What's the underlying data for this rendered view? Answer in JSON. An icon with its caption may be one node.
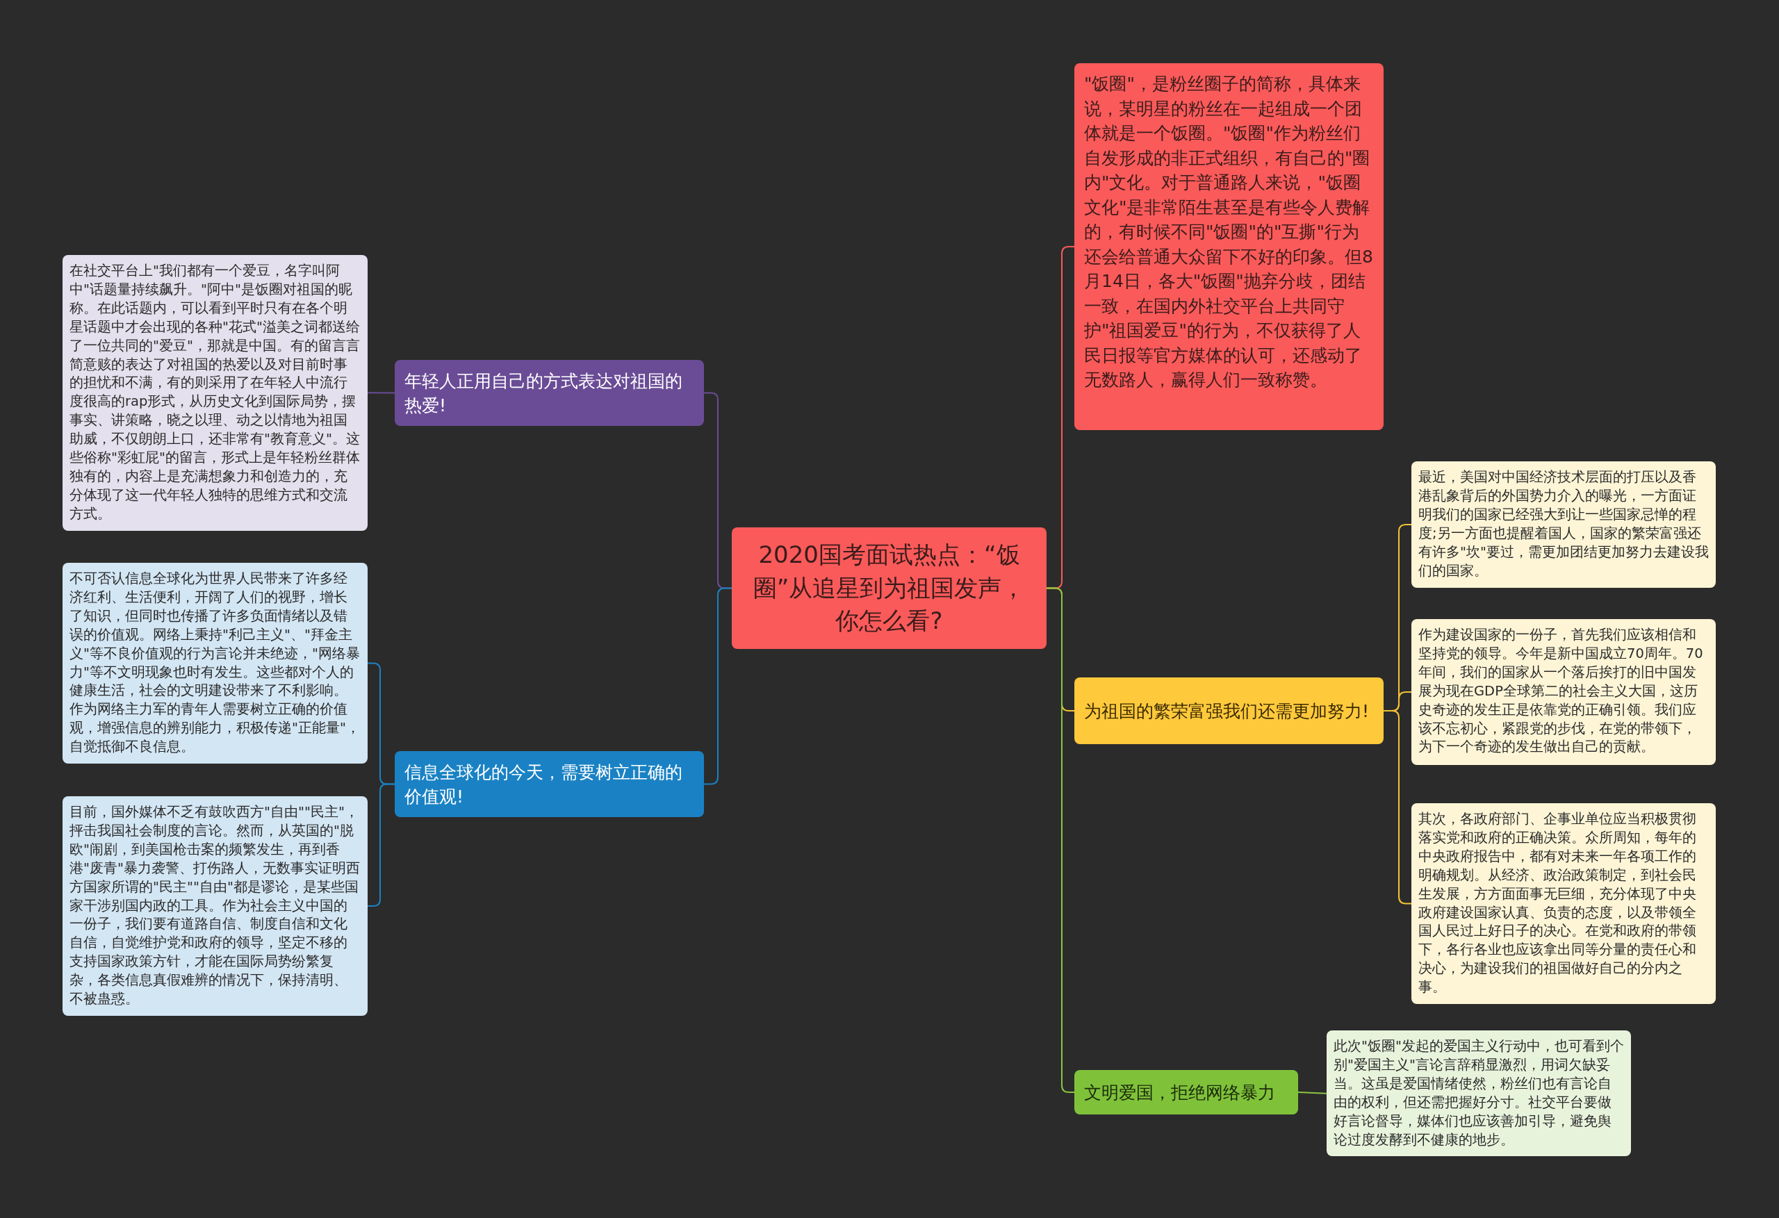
{
  "diagram": {
    "nodes": [
      {
        "text": [
          "2020国考面试热点：“饭圈”从追星到为祖国发声，你怎么看?"
        ]
      },
      {
        "text": [
          "年轻人正用自己的方式表达对祖国的热爱!"
        ]
      },
      {
        "text": [
          "在社交平台上\"我们都有一个爱豆，名字叫阿中\"话题量持续飙升。\"阿中\"是饭圈对祖国的昵称。在此话题内，可以看到平时只有在各个明星话题中才会出现的各种\"花式\"溢美之词都送给了一位共同的\"爱豆\"，那就是中国。有的留言言简意赅的表达了对祖国的热爱以及对目前时事的担忧和不满，有的则采用了在年轻人中流行度很高的rap形式，从历史文化到国际局势，摆事实、讲策略，晓之以理、动之以情地为祖国助威，不仅朗朗上口，还非常有\"教育意义\"。这些俗称\"彩虹屁\"的留言，形式上是年轻粉丝群体独有的，内容上是充满想象力和创造力的，充分体现了这一代年轻人独特的思维方式和交流方式。"
        ]
      },
      {
        "text": [
          "信息全球化的今天，需要树立正确的价值观!"
        ]
      },
      {
        "text": [
          "不可否认信息全球化为世界人民带来了许多经济红利、生活便利，开阔了人们的视野，增长了知识，但同时也传播了许多负面情绪以及错误的价值观。网络上秉持\"利己主义\"、\"拜金主义\"等不良价值观的行为言论并未绝迹，\"网络暴力\"等不文明现象也时有发生。这些都对个人的健康生活，社会的文明建设带来了不利影响。作为网络主力军的青年人需要树立正确的价值观，增强信息的辨别能力，积极传递\"正能量\"，自觉抵御不良信息。"
        ]
      },
      {
        "text": [
          "目前，国外媒体不乏有鼓吹西方\"自由\"\"民主\"，抨击我国社会制度的言论。然而，从英国的\"脱欧\"闹剧，到美国枪击案的频繁发生，再到香港\"废青\"暴力袭警、打伤路人，无数事实证明西方国家所谓的\"民主\"\"自由\"都是谬论，是某些国家干涉别国内政的工具。作为社会主义中国的一份子，我们要有道路自信、制度自信和文化自信，自觉维护党和政府的领导，坚定不移的支持国家政策方针，才能在国际局势纷繁复杂，各类信息真假难辨的情况下，保持清明、不被蛊惑。"
        ]
      },
      {
        "text": [
          "\"饭圈\"，是粉丝圈子的简称，具体来说，某明星的粉丝在一起组成一个团体就是一个饭圈。\"饭圈\"作为粉丝们自发形成的非正式组织，有自己的\"圈内\"文化。对于普通路人来说，\"饭圈文化\"是非常陌生甚至是有些令人费解的，有时候不同\"饭圈\"的\"互撕\"行为还会给普通大众留下不好的印象。但8月14日，各大\"饭圈\"抛弃分歧，团结一致，在国内外社交平台上共同守护\"祖国爱豆\"的行为，不仅获得了人民日报等官方媒体的认可，还感动了无数路人，赢得人们一致称赞。"
        ]
      },
      {
        "text": [
          "为祖国的繁荣富强我们还需更加努力!"
        ]
      },
      {
        "text": [
          "最近，美国对中国经济技术层面的打压以及香港乱象背后的外国势力介入的曝光，一方面证明我们的国家已经强大到让一些国家忌惮的程度;另一方面也提醒着国人，国家的繁荣富强还有许多\"坎\"要过，需更加团结更加努力去建设我们的国家。"
        ]
      },
      {
        "text": [
          "作为建设国家的一份子，首先我们应该相信和坚持党的领导。今年是新中国成立70周年。70年间，我们的国家从一个落后挨打的旧中国发展为现在GDP全球第二的社会主义大国，这历史奇迹的发生正是依靠党的正确引领。我们应该不忘初心，紧跟党的步伐，在党的带领下，为下一个奇迹的发生做出自己的贡献。"
        ]
      },
      {
        "text": [
          "其次，各政府部门、企事业单位应当积极贯彻落实党和政府的正确决策。众所周知，每年的中央政府报告中，都有对未来一年各项工作的明确规划。从经济、政治政策制定，到社会民生发展，方方面面事无巨细，充分体现了中央政府建设国家认真、负责的态度，以及带领全国人民过上好日子的决心。在党和政府的带领下，各行各业也应该拿出同等分量的责任心和决心，为建设我们的祖国做好自己的分内之事。"
        ]
      },
      {
        "text": [
          "文明爱国，拒绝网络暴力"
        ]
      },
      {
        "text": [
          "此次\"饭圈\"发起的爱国主义行动中，也可看到个别\"爱国主义\"言论言辞稍显激烈，用词欠缺妥当。这虽是爱国情绪使然，粉丝们也有言论自由的权利，但还需把握好分寸。社交平台要做好言论督导，媒体们也应该善加引导，避免舆论过度发酵到不健康的地步。"
        ]
      }
    ],
    "edges": [
      {
        "from": 0,
        "to": 1,
        "arrow": "none",
        "color": "#6a4c96"
      },
      {
        "from": 1,
        "to": 2,
        "arrow": "none",
        "color": "#6a4c96"
      },
      {
        "from": 0,
        "to": 3,
        "arrow": "none",
        "color": "#1a82c4"
      },
      {
        "from": 3,
        "to": 4,
        "arrow": "none",
        "color": "#1a82c4"
      },
      {
        "from": 3,
        "to": 5,
        "arrow": "none",
        "color": "#1a82c4"
      },
      {
        "from": 0,
        "to": 6,
        "arrow": "none",
        "color": "#fa5a5a"
      },
      {
        "from": 0,
        "to": 7,
        "arrow": "none",
        "color": "#f5c334"
      },
      {
        "from": 7,
        "to": 8,
        "arrow": "none",
        "color": "#f5c334"
      },
      {
        "from": 7,
        "to": 9,
        "arrow": "none",
        "color": "#f5c334"
      },
      {
        "from": 7,
        "to": 10,
        "arrow": "none",
        "color": "#f5c334"
      },
      {
        "from": 0,
        "to": 11,
        "arrow": "none",
        "color": "#8bc53f"
      },
      {
        "from": 11,
        "to": 12,
        "arrow": "none",
        "color": "#8bc53f"
      }
    ]
  }
}
